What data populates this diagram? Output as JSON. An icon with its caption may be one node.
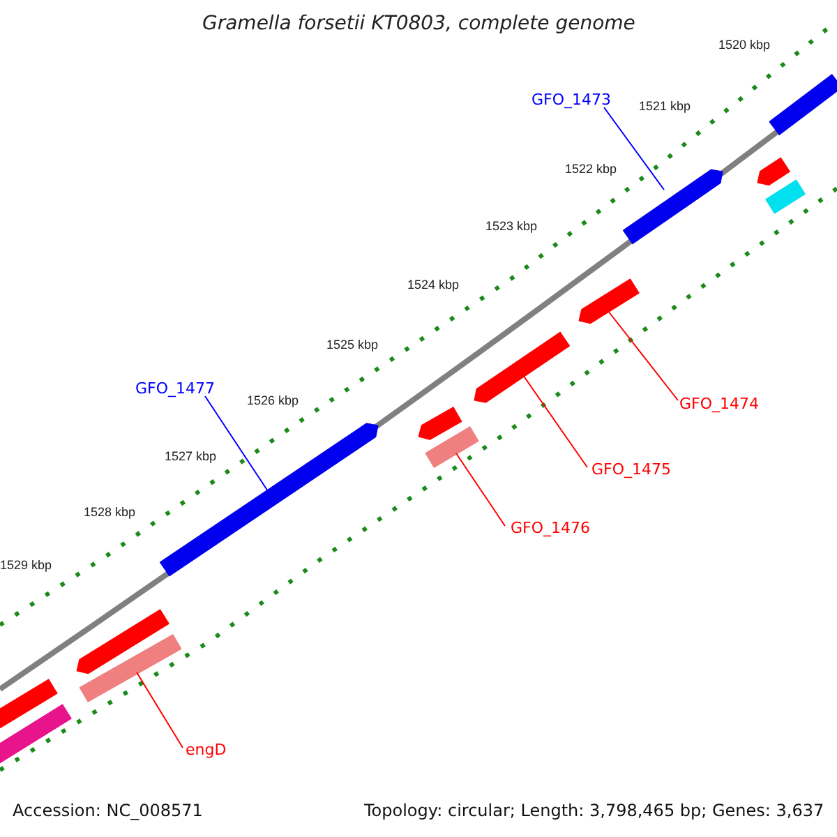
{
  "diagram": {
    "title": "Gramella forsetii KT0803, complete genome",
    "nodes": [
      {
        "text": [
          "GFO_1473"
        ]
      },
      {
        "text": [
          "GFO_1477"
        ]
      },
      {
        "text": [
          "GFO_1474"
        ]
      },
      {
        "text": [
          "GFO_1475"
        ]
      },
      {
        "text": [
          "GFO_1476"
        ]
      },
      {
        "text": [
          "engD"
        ]
      },
      {
        "text": [],
        "shape": "bar"
      },
      {
        "text": [],
        "shape": "arrow"
      },
      {
        "text": [],
        "shape": "arrow"
      },
      {
        "text": [],
        "shape": "bar"
      },
      {
        "text": [],
        "shape": "arrow"
      },
      {
        "text": [],
        "shape": "arrow"
      },
      {
        "text": [],
        "shape": "arrow"
      },
      {
        "text": [],
        "shape": "bar"
      },
      {
        "text": [],
        "shape": "arrow"
      },
      {
        "text": [],
        "shape": "arrow"
      },
      {
        "text": [],
        "shape": "bar"
      },
      {
        "text": [],
        "shape": "bar"
      },
      {
        "text": [],
        "shape": "bar"
      }
    ],
    "edges": [
      {
        "from": 0,
        "to": 7,
        "arrow": "none",
        "color": "#0000ff"
      },
      {
        "from": 1,
        "to": 14,
        "arrow": "none",
        "color": "#0000ff"
      },
      {
        "from": 2,
        "to": 10,
        "arrow": "none"
      },
      {
        "from": 3,
        "to": 11,
        "arrow": "none"
      },
      {
        "from": 4,
        "to": 13,
        "arrow": "none"
      },
      {
        "from": 5,
        "to": 16,
        "arrow": "none"
      }
    ],
    "labels": [
      "1520 kbp",
      "1521 kbp",
      "1522 kbp",
      "1523 kbp",
      "1524 kbp",
      "1525 kbp",
      "1526 kbp",
      "1527 kbp",
      "1528 kbp",
      "1529 kbp",
      "Accession: NC_008571",
      "Topology: circular; Length: 3,798,465 bp; Genes: 3,637"
    ]
  }
}
